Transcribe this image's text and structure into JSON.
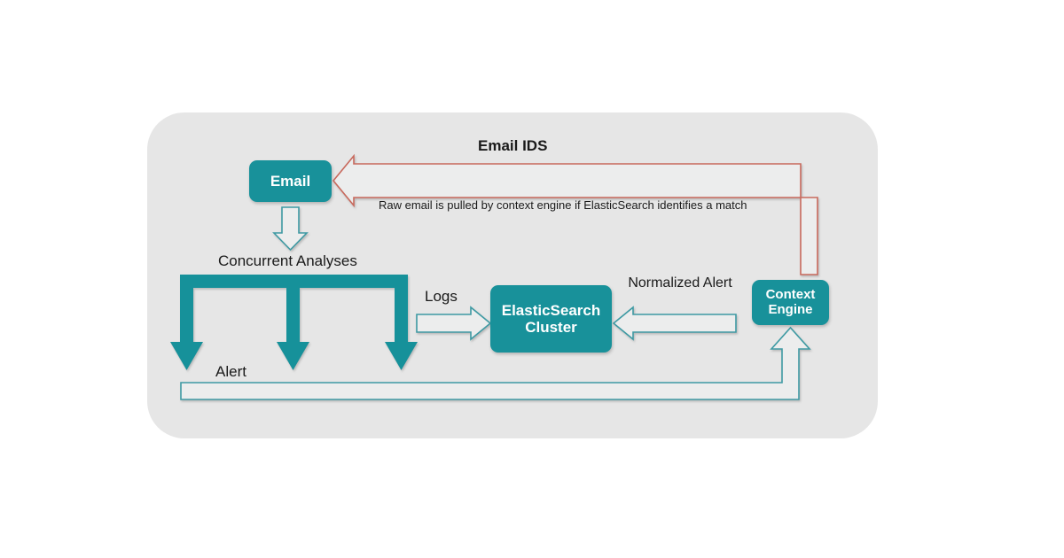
{
  "diagram": {
    "title": "Email IDS",
    "background_color": "#e6e6e6",
    "page_color": "#ffffff",
    "accent_teal": "#18919a",
    "accent_red": "#c8695c",
    "outline_teal": "#3e9aa3",
    "text_color": "#1a1a1a"
  },
  "nodes": {
    "email": {
      "label": "Email"
    },
    "elasticsearch": {
      "label": "ElasticSearch\nCluster",
      "line1": "ElasticSearch",
      "line2": "Cluster"
    },
    "context_engine": {
      "label": "Context\nEngine",
      "line1": "Context",
      "line2": "Engine"
    }
  },
  "labels": {
    "concurrent_analyses": "Concurrent Analyses",
    "logs": "Logs",
    "alert": "Alert",
    "normalized_alert": "Normalized Alert",
    "raw_email_note": "Raw email is pulled by context engine if ElasticSearch identifies a match"
  },
  "edges": [
    {
      "name": "email-to-analyses",
      "from": "email",
      "to": "concurrent-analyses",
      "style": "hollow-teal-arrow",
      "direction": "down",
      "label": ""
    },
    {
      "name": "analyses-fork",
      "from": "concurrent-analyses",
      "to": "alert-bus",
      "style": "solid-teal-fork",
      "direction": "down",
      "prongs": 3,
      "label": "Concurrent Analyses"
    },
    {
      "name": "analyses-to-elastic",
      "from": "concurrent-analyses",
      "to": "elasticsearch",
      "style": "hollow-teal-arrow",
      "direction": "right",
      "label": "Logs"
    },
    {
      "name": "context-to-elastic",
      "from": "context_engine",
      "to": "elasticsearch",
      "style": "hollow-teal-arrow",
      "direction": "left",
      "label": "Normalized Alert"
    },
    {
      "name": "alert-to-context",
      "from": "alert-bus",
      "to": "context_engine",
      "style": "hollow-teal-elbow-arrow",
      "direction": "up",
      "label": "Alert"
    },
    {
      "name": "context-to-email",
      "from": "context_engine",
      "to": "email",
      "style": "hollow-red-elbow-arrow",
      "direction": "left",
      "label": "Raw email is pulled by context engine if ElasticSearch identifies a match"
    }
  ]
}
